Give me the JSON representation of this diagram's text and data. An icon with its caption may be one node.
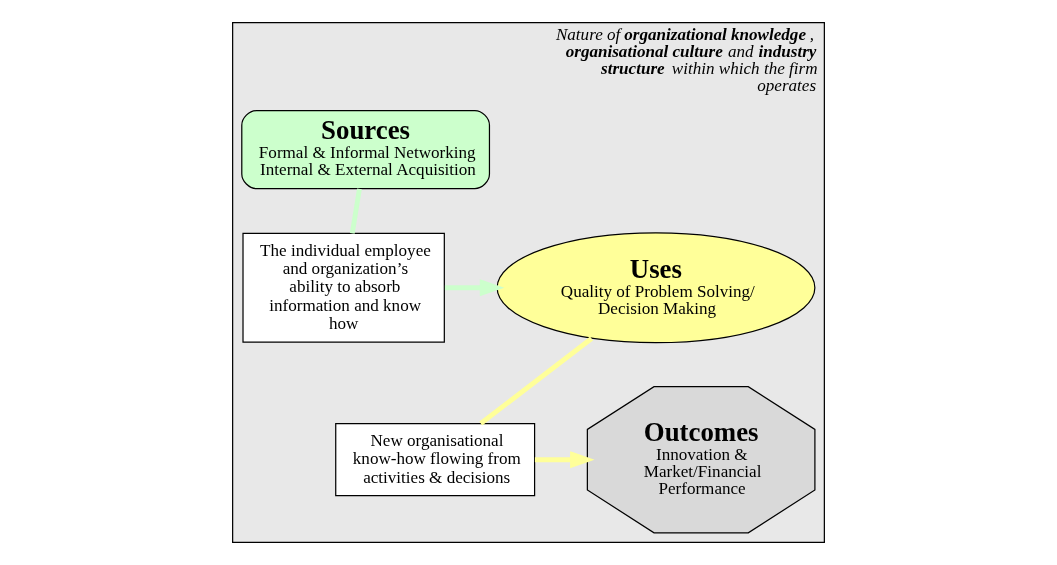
{
  "diagram": {
    "nodes": [
      {
        "text": [
          "Nature of **organizational knowledge**, **organisational culture** and **industry structure** within which the firm operates"
        ]
      },
      {
        "text": [
          "Sources",
          "Formal & Informal Networking Internal & External Acquisition"
        ],
        "in": 0
      },
      {
        "text": [
          "The individual employee and organization’s ability to absorb information and know how"
        ],
        "in": 0
      },
      {
        "text": [
          "Uses",
          "Quality of Problem Solving/ Decision Making"
        ],
        "in": 0
      },
      {
        "text": [
          "New organisational know-how flowing from activities & decisions"
        ],
        "in": 0
      },
      {
        "text": [
          "Outcomes",
          "Innovation & Market/Financial Performance"
        ],
        "in": 0
      }
    ],
    "edges": [
      {
        "from": 1,
        "to": 2,
        "arrow": "none",
        "color": "#ccffcc"
      },
      {
        "from": 2,
        "to": 3,
        "arrow": "to",
        "color": "#ccffcc"
      },
      {
        "from": 3,
        "to": 4,
        "arrow": "none",
        "color": "#ffff99"
      },
      {
        "from": 4,
        "to": 5,
        "arrow": "to",
        "color": "#ffff99"
      }
    ]
  }
}
